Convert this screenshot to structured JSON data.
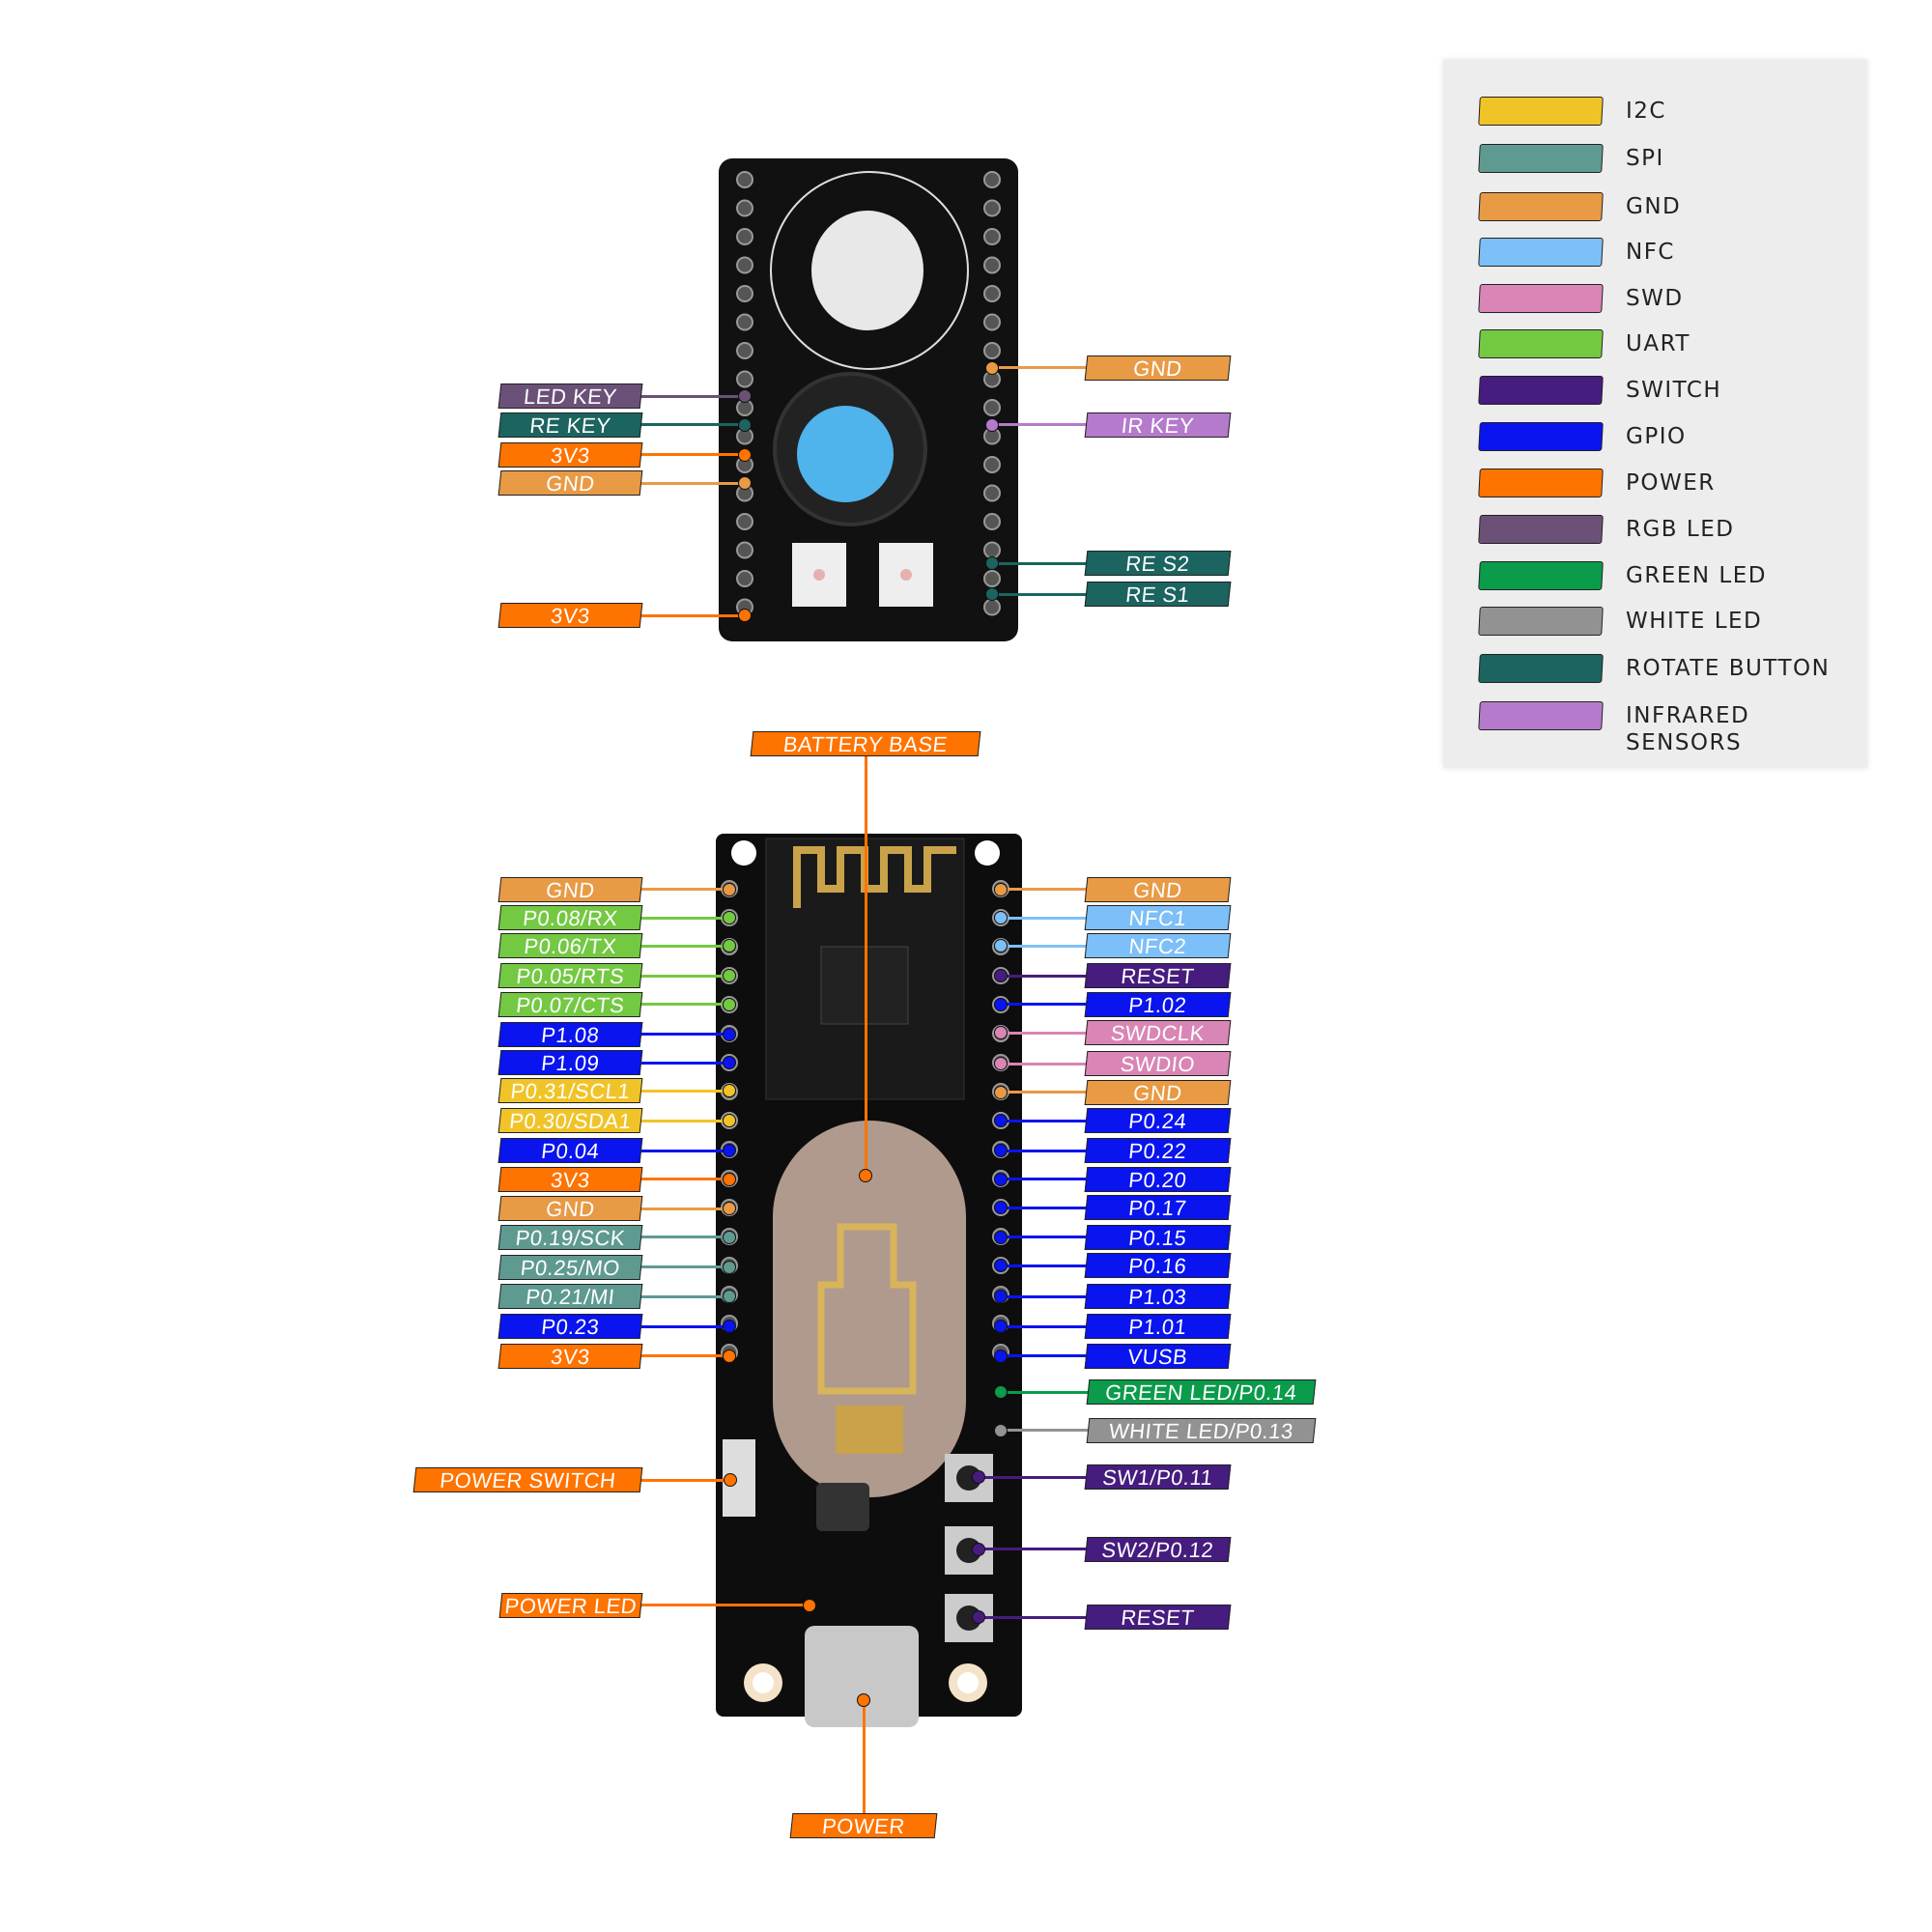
{
  "colors": {
    "I2C": "#f0c428",
    "SPI": "#5f9a91",
    "GND": "#e89a45",
    "NFC": "#7dbff8",
    "SWD": "#d985b5",
    "UART": "#74c943",
    "SWITCH": "#461c7e",
    "GPIO": "#0a14ef",
    "POWER": "#ff7300",
    "RGB_LED": "#6b5178",
    "GREEN_LED": "#0a9b4b",
    "WHITE_LED": "#929292",
    "ROTATE_BUTTON": "#1b6460",
    "INFRARED": "#b57acc"
  },
  "legend": {
    "items": [
      {
        "label": "I2C",
        "group": "I2C"
      },
      {
        "label": "SPI",
        "group": "SPI"
      },
      {
        "label": "GND",
        "group": "GND"
      },
      {
        "label": "NFC",
        "group": "NFC"
      },
      {
        "label": "SWD",
        "group": "SWD"
      },
      {
        "label": "UART",
        "group": "UART"
      },
      {
        "label": "SWITCH",
        "group": "SWITCH"
      },
      {
        "label": "GPIO",
        "group": "GPIO"
      },
      {
        "label": "POWER",
        "group": "POWER"
      },
      {
        "label": "RGB LED",
        "group": "RGB_LED"
      },
      {
        "label": "GREEN LED",
        "group": "GREEN_LED"
      },
      {
        "label": "WHITE LED",
        "group": "WHITE_LED"
      },
      {
        "label": "ROTATE BUTTON",
        "group": "ROTATE_BUTTON"
      },
      {
        "label": "INFRARED SENSORS",
        "group": "INFRARED"
      }
    ]
  },
  "top_board": {
    "left_pins": [
      {
        "label": "LED KEY",
        "group": "RGB_LED"
      },
      {
        "label": "RE KEY",
        "group": "ROTATE_BUTTON"
      },
      {
        "label": "3V3",
        "group": "POWER"
      },
      {
        "label": "GND",
        "group": "GND"
      },
      {
        "label": "3V3",
        "group": "POWER"
      }
    ],
    "right_pins": [
      {
        "label": "GND",
        "group": "GND"
      },
      {
        "label": "IR KEY",
        "group": "INFRARED"
      },
      {
        "label": "RE S2",
        "group": "ROTATE_BUTTON"
      },
      {
        "label": "RE S1",
        "group": "ROTATE_BUTTON"
      }
    ]
  },
  "bottom_board": {
    "battery_base": {
      "label": "BATTERY BASE",
      "group": "POWER"
    },
    "left_pins": [
      {
        "label": "GND",
        "group": "GND"
      },
      {
        "label": "P0.08/RX",
        "group": "UART"
      },
      {
        "label": "P0.06/TX",
        "group": "UART"
      },
      {
        "label": "P0.05/RTS",
        "group": "UART"
      },
      {
        "label": "P0.07/CTS",
        "group": "UART"
      },
      {
        "label": "P1.08",
        "group": "GPIO"
      },
      {
        "label": "P1.09",
        "group": "GPIO"
      },
      {
        "label": "P0.31/SCL1",
        "group": "I2C"
      },
      {
        "label": "P0.30/SDA1",
        "group": "I2C"
      },
      {
        "label": "P0.04",
        "group": "GPIO"
      },
      {
        "label": "3V3",
        "group": "POWER"
      },
      {
        "label": "GND",
        "group": "GND"
      },
      {
        "label": "P0.19/SCK",
        "group": "SPI"
      },
      {
        "label": "P0.25/MO",
        "group": "SPI"
      },
      {
        "label": "P0.21/MI",
        "group": "SPI"
      },
      {
        "label": "P0.23",
        "group": "GPIO"
      },
      {
        "label": "3V3",
        "group": "POWER"
      }
    ],
    "right_pins": [
      {
        "label": "GND",
        "group": "GND"
      },
      {
        "label": "NFC1",
        "group": "NFC"
      },
      {
        "label": "NFC2",
        "group": "NFC"
      },
      {
        "label": "RESET",
        "group": "SWITCH"
      },
      {
        "label": "P1.02",
        "group": "GPIO"
      },
      {
        "label": "SWDCLK",
        "group": "SWD"
      },
      {
        "label": "SWDIO",
        "group": "SWD"
      },
      {
        "label": "GND",
        "group": "GND"
      },
      {
        "label": "P0.24",
        "group": "GPIO"
      },
      {
        "label": "P0.22",
        "group": "GPIO"
      },
      {
        "label": "P0.20",
        "group": "GPIO"
      },
      {
        "label": "P0.17",
        "group": "GPIO"
      },
      {
        "label": "P0.15",
        "group": "GPIO"
      },
      {
        "label": "P0.16",
        "group": "GPIO"
      },
      {
        "label": "P1.03",
        "group": "GPIO"
      },
      {
        "label": "P1.01",
        "group": "GPIO"
      },
      {
        "label": "VUSB",
        "group": "GPIO"
      }
    ],
    "right_extras": [
      {
        "label": "GREEN LED/P0.14",
        "group": "GREEN_LED"
      },
      {
        "label": "WHITE LED/P0.13",
        "group": "WHITE_LED"
      },
      {
        "label": "SW1/P0.11",
        "group": "SWITCH"
      },
      {
        "label": "SW2/P0.12",
        "group": "SWITCH"
      },
      {
        "label": "RESET",
        "group": "SWITCH"
      }
    ],
    "left_extras": [
      {
        "label": "POWER SWITCH",
        "group": "POWER"
      },
      {
        "label": "POWER LED",
        "group": "POWER"
      }
    ],
    "power": {
      "label": "POWER",
      "group": "POWER"
    }
  }
}
